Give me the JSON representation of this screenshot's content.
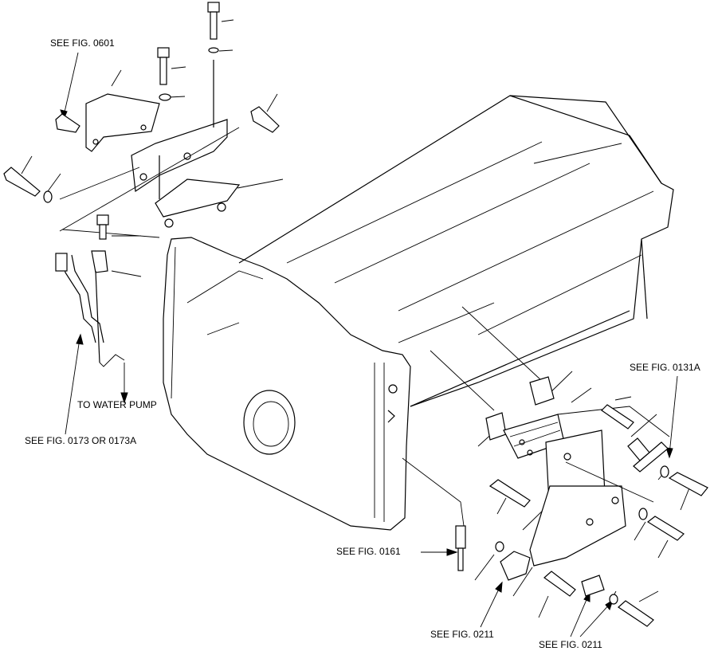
{
  "callouts": {
    "fig_0601": "SEE FIG. 0601",
    "water_pump": "TO WATER PUMP",
    "fig_0173": "SEE FIG. 0173 OR 0173A",
    "fig_0131a": "SEE FIG. 0131A",
    "fig_0161": "SEE FIG. 0161",
    "fig_0211_left": "SEE FIG. 0211",
    "fig_0211_right": "SEE FIG. 0211"
  }
}
